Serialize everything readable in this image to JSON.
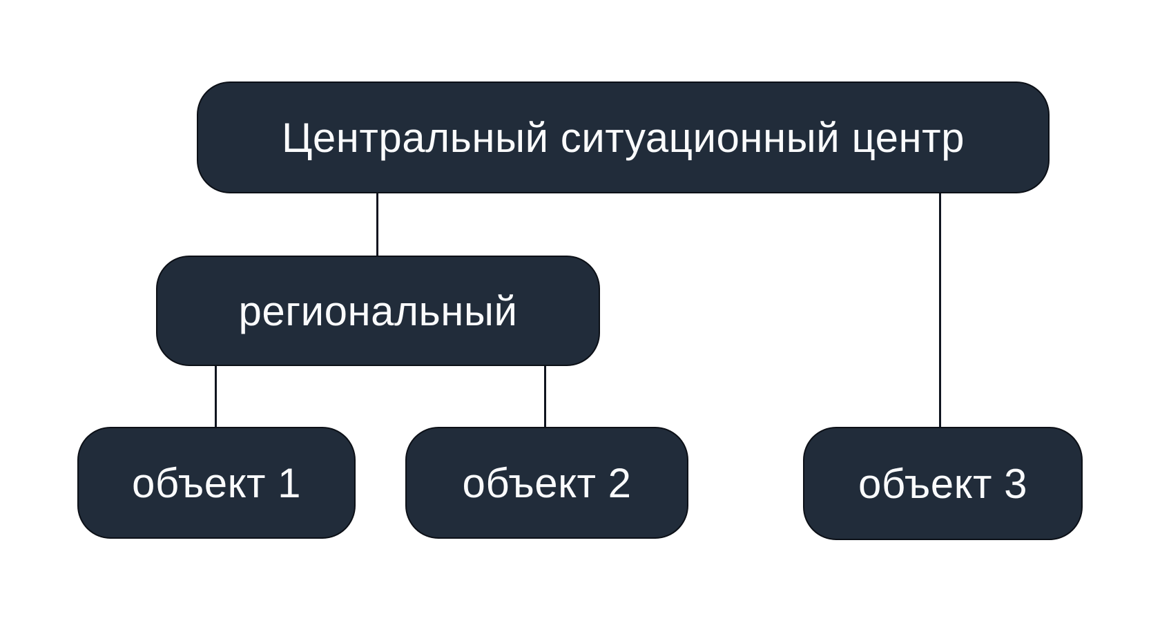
{
  "nodes": {
    "central": {
      "label": "Центральный ситуационный центр"
    },
    "regional": {
      "label": "региональный"
    },
    "object1": {
      "label": "объект 1"
    },
    "object2": {
      "label": "объект 2"
    },
    "object3": {
      "label": "объект 3"
    }
  },
  "edges": [
    {
      "from": "central",
      "to": "regional"
    },
    {
      "from": "regional",
      "to": "object1"
    },
    {
      "from": "regional",
      "to": "object2"
    },
    {
      "from": "central",
      "to": "object3"
    }
  ],
  "colors": {
    "background": "#ffffff",
    "node_fill": "#212c3a",
    "node_border": "#0c1017",
    "text": "#fafbfc",
    "connector": "#10151f"
  }
}
